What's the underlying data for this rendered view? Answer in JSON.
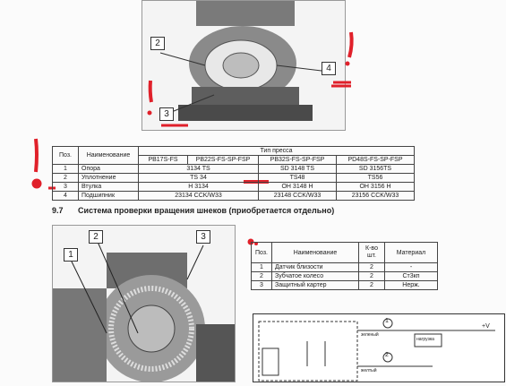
{
  "figure1": {
    "callouts": [
      "2",
      "3",
      "4"
    ]
  },
  "table1": {
    "col_pos": "Поз.",
    "col_name": "Наименование",
    "group_header": "Тип пресса",
    "models": [
      "PB17S-FS",
      "PB22S-FS-SP-FSP",
      "PB32S-FS-SP-FSP",
      "PD48S-FS-SP-FSP"
    ],
    "rows": [
      {
        "pos": "1",
        "name": "Опора",
        "vals": [
          "3134 TS",
          "",
          "SD 3148 TS",
          "SD 3156TS"
        ]
      },
      {
        "pos": "2",
        "name": "Уплотнение",
        "vals": [
          "TS 34",
          "",
          "TS48",
          "TS56"
        ]
      },
      {
        "pos": "3",
        "name": "Втулка",
        "vals": [
          "H 3134",
          "",
          "OH 3148 H",
          "OH 3156 H"
        ]
      },
      {
        "pos": "4",
        "name": "Подшипник",
        "vals": [
          "23134 CCK/W33",
          "",
          "23148 CCK/W33",
          "23156 CCK/W33"
        ]
      }
    ]
  },
  "section": {
    "number": "9.7",
    "title": "Система проверки вращения шнеков (приобретается отдельно)"
  },
  "figure2": {
    "callouts": [
      "1",
      "2",
      "3"
    ]
  },
  "table2": {
    "col_pos": "Поз.",
    "col_name": "Наименование",
    "col_qty": "К-во шт.",
    "col_mat": "Материал",
    "rows": [
      {
        "pos": "1",
        "name": "Датчик близости",
        "qty": "2",
        "mat": "-"
      },
      {
        "pos": "2",
        "name": "Зубчатое колесо",
        "qty": "2",
        "mat": "Ст3кп"
      },
      {
        "pos": "3",
        "name": "Защитный картер",
        "qty": "2",
        "mat": "Нерж."
      }
    ]
  },
  "circuit": {
    "labels": [
      "1",
      "2",
      "+V",
      "нагрузка",
      "зеленый",
      "желтый"
    ]
  },
  "colors": {
    "marker": "#e0202a",
    "line": "#333333"
  }
}
